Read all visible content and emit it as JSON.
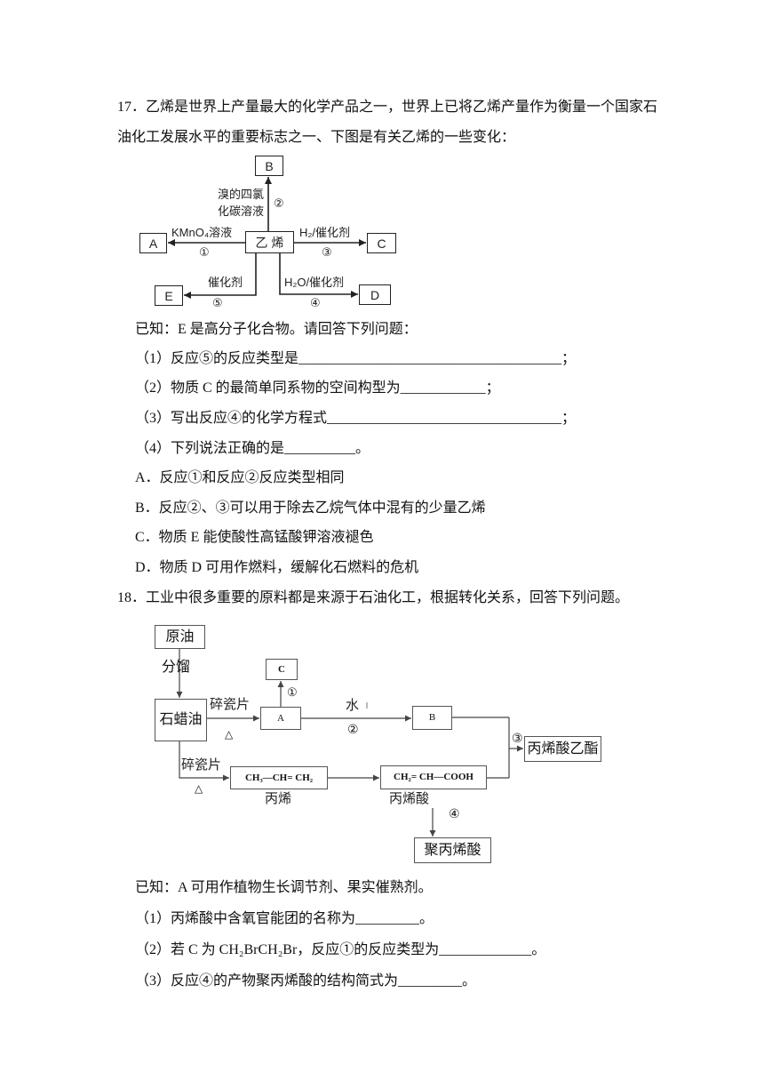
{
  "q17": {
    "stem": [
      "17．乙烯是世界上产量最大的化学产品之一，世界上已将乙烯产量作为衡量一个国家石",
      "油化工发展水平的重要标志之一、下图是有关乙烯的一些变化："
    ],
    "diagram": {
      "center": "乙 烯",
      "a": "A",
      "b": "B",
      "c": "C",
      "d": "D",
      "e": "E",
      "reagent_2_line1": "溴的四氯",
      "reagent_2_line2": "化碳溶液",
      "step_2": "②",
      "reagent_1": "KMnO₄溶液",
      "step_1": "①",
      "reagent_3": "H₂/催化剂",
      "step_3": "③",
      "reagent_5": "催化剂",
      "step_5": "⑤",
      "reagent_4": "H₂O/催化剂",
      "step_4": "④"
    },
    "known": "已知：E 是高分子化合物。请回答下列问题：",
    "questions": [
      "（1）反应⑤的反应类型是_____________________________________；",
      "（2）物质 C 的最简单同系物的空间构型为____________；",
      "（3）写出反应④的化学方程式_________________________________；",
      "（4）下列说法正确的是__________。"
    ],
    "options": [
      "A．反应①和反应②反应类型相同",
      "B．反应②、③可以用于除去乙烷气体中混有的少量乙烯",
      "C．物质 E 能使酸性高锰酸钾溶液褪色",
      "D．物质 D 可用作燃料，缓解化石燃料的危机"
    ]
  },
  "q18": {
    "stem": "18．工业中很多重要的原料都是来源于石油化工，根据转化关系，回答下列问题。",
    "diagram": {
      "crude_oil": "原油",
      "fractionation": "分馏",
      "paraffin_oil": "石蜡油",
      "catalyst_top": "碎瓷片",
      "heat_top": "△",
      "a": "A",
      "c": "C",
      "step_1": "①",
      "water": "水",
      "step_2": "②",
      "b": "B",
      "step_3": "③",
      "ethyl_acrylate": "丙烯酸乙酯",
      "catalyst_bottom": "碎瓷片",
      "heat_bottom": "△",
      "propene_formula": "CH₃—CH= CH₂",
      "propene_name": "丙烯",
      "acrylic_acid_formula": "CH₂= CH—COOH",
      "acrylic_acid_name": "丙烯酸",
      "step_4": "④",
      "polyacrylic_acid": "聚丙烯酸"
    },
    "known": "已知：A 可用作植物生长调节剂、果实催熟剂。",
    "questions": [
      "（1）丙烯酸中含氧官能团的名称为_________。",
      "（2）若 C 为 CH₂BrCH₂Br，反应①的反应类型为_____________。",
      "（3）反应④的产物聚丙烯酸的结构简式为_________。"
    ]
  }
}
